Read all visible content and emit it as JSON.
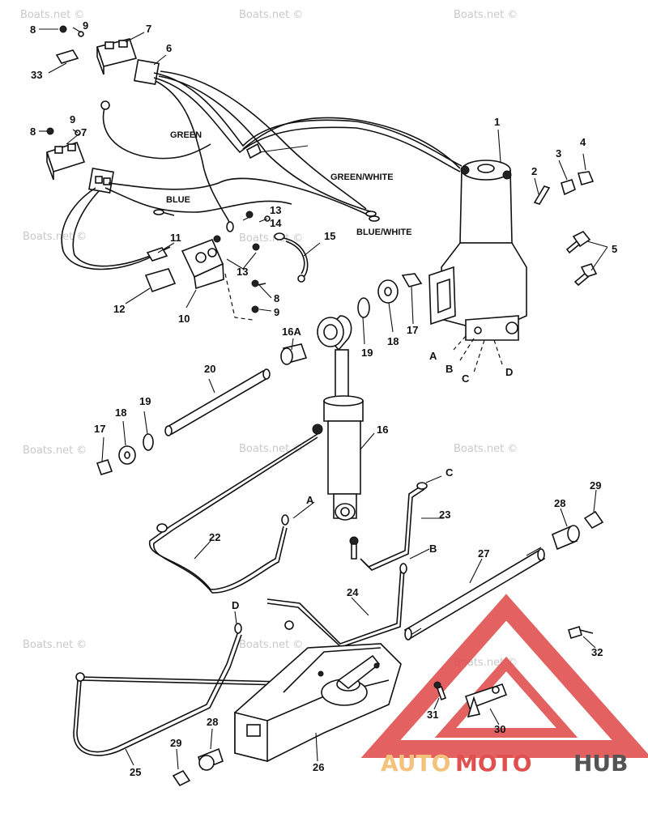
{
  "watermarks": [
    "Boats.net ©",
    "Boats.net ©",
    "Boats.net ©",
    "Boats.net ©",
    "Boats.net ©",
    "Boats.net ©",
    "Boats.net ©",
    "Boats.net ©",
    "Boats.net ©",
    "Boats.net ©",
    "Boats.net ©"
  ],
  "wire_labels": {
    "green": "GREEN",
    "green_white": "GREEN/WHITE",
    "blue": "BLUE",
    "blue_white": "BLUE/WHITE"
  },
  "callouts": [
    "1",
    "2",
    "3",
    "4",
    "5",
    "6",
    "7",
    "7",
    "8",
    "8",
    "8",
    "9",
    "9",
    "9",
    "10",
    "11",
    "12",
    "13",
    "13",
    "14",
    "15",
    "16",
    "16A",
    "17",
    "17",
    "18",
    "18",
    "19",
    "19",
    "20",
    "22",
    "23",
    "24",
    "25",
    "26",
    "27",
    "28",
    "28",
    "29",
    "29",
    "30",
    "31",
    "32",
    "33"
  ],
  "connection_letters": [
    "A",
    "B",
    "C",
    "D",
    "A",
    "B",
    "C",
    "D"
  ],
  "logo": {
    "part1": "AUTO",
    "part2": "MOTO",
    "part3": "HUB",
    "colors": {
      "auto": "#f3c27d",
      "moto": "#e0504f",
      "hub": "#555555",
      "triangle": "#e0504f"
    }
  }
}
